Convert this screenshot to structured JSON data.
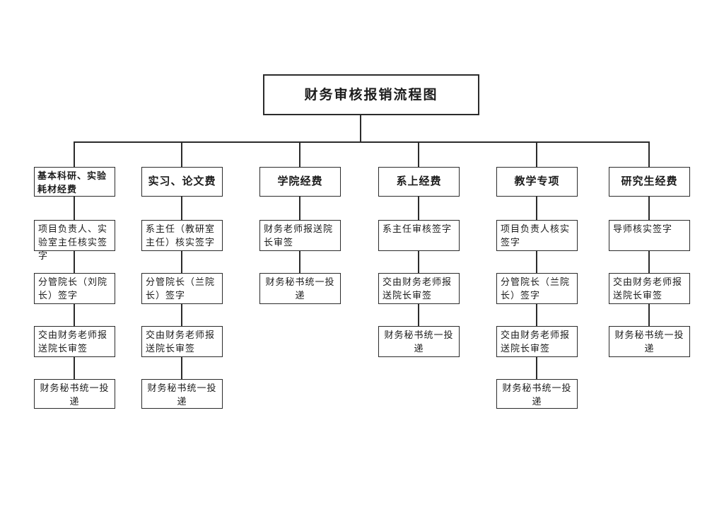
{
  "title": "财务审核报销流程图",
  "columns": [
    {
      "header": "基本科研、实验耗材经费",
      "steps": [
        "项目负责人、实验室主任核实签字",
        "分管院长（刘院长）签字",
        "交由财务老师报送院长审签",
        "财务秘书统一投递"
      ]
    },
    {
      "header": "实习、论文费",
      "steps": [
        "系主任（教研室主任）核实签字",
        "分管院长（兰院长）签字",
        "交由财务老师报送院长审签",
        "财务秘书统一投递"
      ]
    },
    {
      "header": "学院经费",
      "steps": [
        "财务老师报送院长审签",
        "财务秘书统一投递"
      ]
    },
    {
      "header": "系上经费",
      "steps": [
        "系主任审核签字",
        "交由财务老师报送院长审签",
        "财务秘书统一投递"
      ]
    },
    {
      "header": "教学专项",
      "steps": [
        "项目负责人核实签字",
        "分管院长（兰院长）签字",
        "交由财务老师报送院长审签",
        "财务秘书统一投递"
      ]
    },
    {
      "header": "研究生经费",
      "steps": [
        "导师核实签字",
        "交由财务老师报送院长审签",
        "财务秘书统一投递"
      ]
    }
  ],
  "colors": {
    "line": "#2b2b2b",
    "text": "#1c1c1c",
    "background": "#ffffff"
  }
}
